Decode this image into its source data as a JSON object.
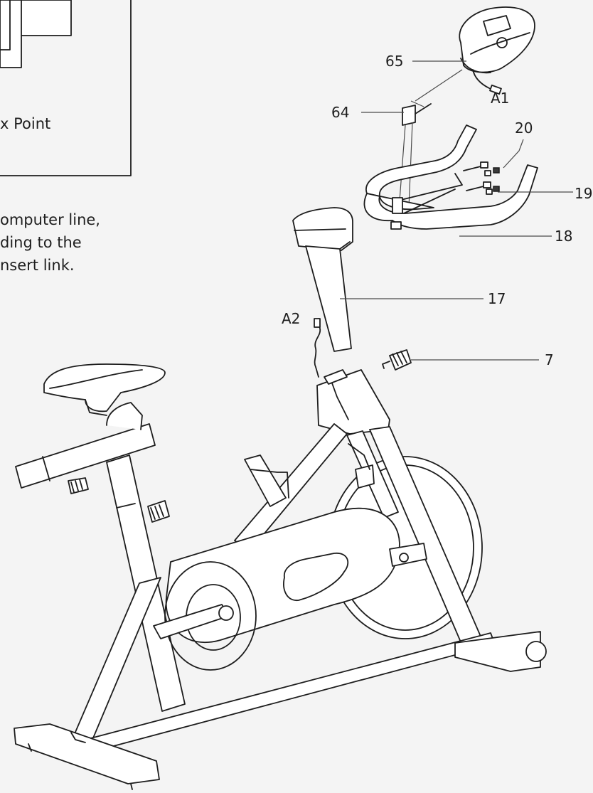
{
  "inset": {
    "caption": "x Point"
  },
  "instructions": {
    "line1": "omputer line,",
    "line2": "ding to the",
    "line3": "nsert link."
  },
  "callouts": {
    "c65": "65",
    "a1": "A1",
    "c64": "64",
    "c20": "20",
    "c19": "19",
    "c18": "18",
    "c17": "17",
    "a2": "A2",
    "c7": "7"
  },
  "icons": {
    "computer": "console-display-icon",
    "bike": "exercise-bike-drawing"
  }
}
